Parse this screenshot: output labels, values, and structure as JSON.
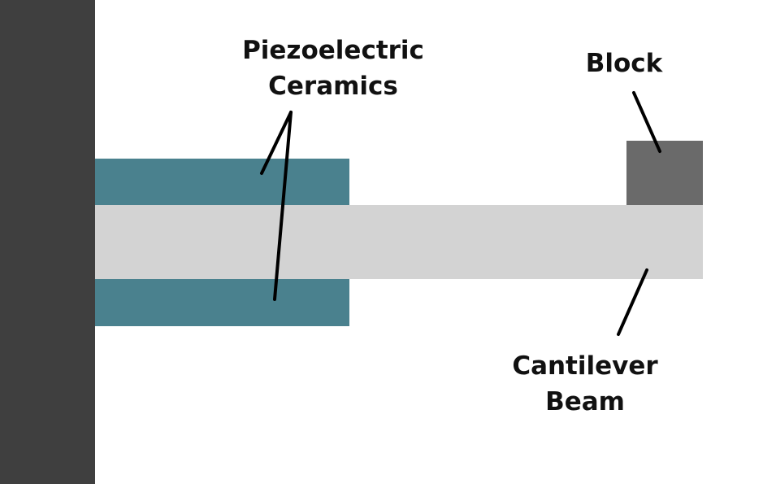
{
  "labels": {
    "piezo": {
      "line1": "Piezoelectric",
      "line2": "Ceramics"
    },
    "block": "Block",
    "beam": {
      "line1": "Cantilever",
      "line2": "Beam"
    }
  },
  "colors": {
    "background": "#ffffff",
    "wall": "#3f3f3f",
    "piezo": "#4a818e",
    "beam": "#d3d3d3",
    "block": "#6a6a6a",
    "text": "#111111"
  }
}
